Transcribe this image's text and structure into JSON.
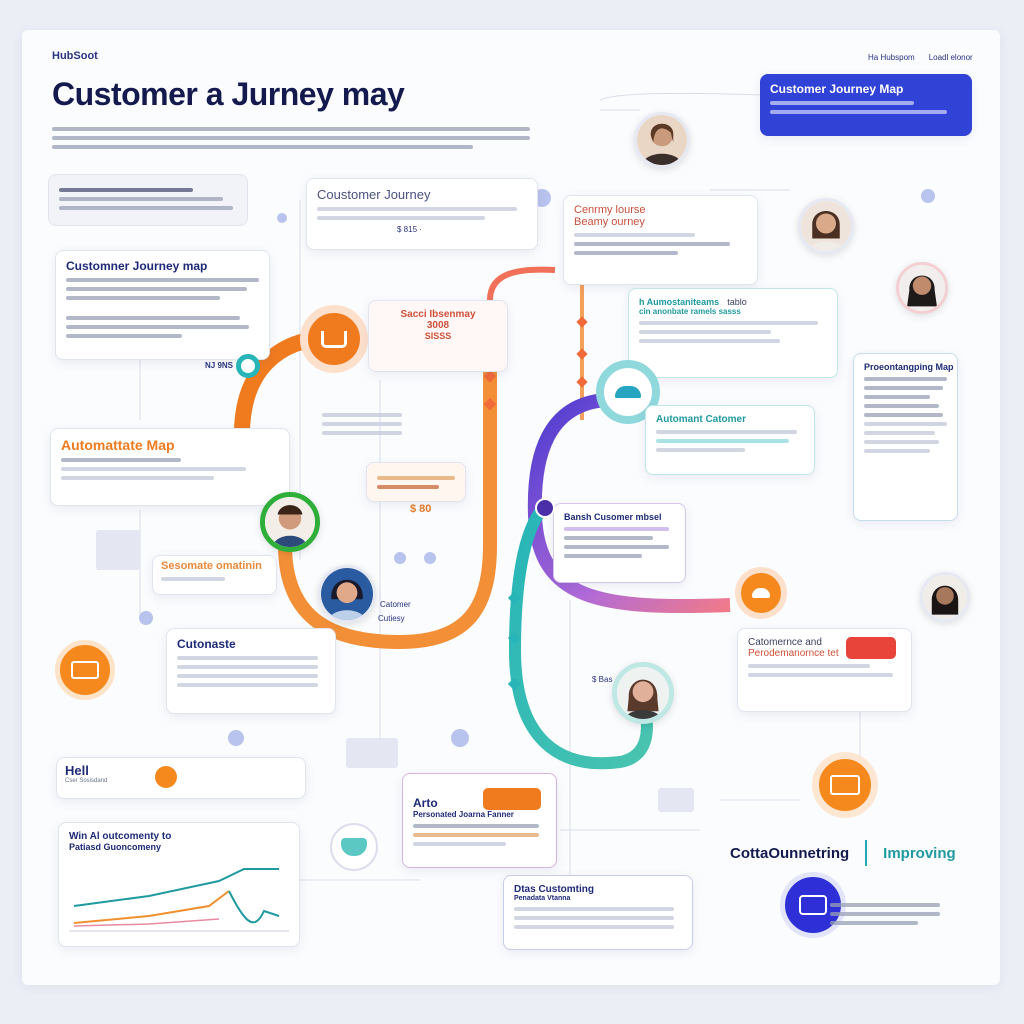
{
  "header": {
    "logo": "HubSoot",
    "title": "Customer a Jurney may",
    "links": [
      "Ha Hubspom",
      "Loadl elonor"
    ]
  },
  "cards": {
    "blue_banner": {
      "title": "Customer Journey Map"
    },
    "coustomer_journey": {
      "title": "Coustomer Journey",
      "value": "$ 815 ·"
    },
    "journey_map": {
      "title": "Customner Journey map",
      "badge": "NJ 9NS"
    },
    "automattate": {
      "title": "Automattate Map"
    },
    "sesomate": {
      "title": "Sesomate omatinin"
    },
    "cutonaste": {
      "title": "Cutonaste"
    },
    "hell": {
      "title": "Hell",
      "sub": "Cser Sosisdand"
    },
    "chart": {
      "title": "Win Al outcomenty to",
      "sub": "Patiasd Guoncomeny"
    },
    "orange_top": {
      "title": "Sacci Ibsenmay",
      "value1": "3008",
      "value2": "SISSS"
    },
    "orange_mid": {
      "value": "$ 80"
    },
    "cenrmy": {
      "title1": "Cenrmy lourse",
      "title2": "Beamy ourney"
    },
    "automat_table": {
      "title": "h Aumostaniteams",
      "tag": "tablo",
      "sub": "cin anonbate ramels sasss"
    },
    "automant_customer": {
      "title": "Automant Catomer"
    },
    "proeontangping": {
      "title": "Proeontangping Map"
    },
    "bansh": {
      "title": "Bansh Cusomer mbsel"
    },
    "catomernce": {
      "title1": "Catomernce and",
      "title2": "Perodemanornce tet"
    },
    "arto": {
      "title": "Arto",
      "sub": "Personated Joarna Fanner"
    },
    "dtas": {
      "title": "Dtas Customting",
      "sub": "Penadata Vtanna"
    },
    "avatar_labels": {
      "a": "Catomer",
      "b": "Cutiesy",
      "c": "$ Bas"
    }
  },
  "footer": {
    "left": "CottaOunnetring",
    "right": "Improving"
  },
  "colors": {
    "navy": "#141a4e",
    "blue": "#3142d6",
    "orange": "#f07a1e",
    "teal": "#27b5b8",
    "purple": "#6a3cc9",
    "pink": "#d77ad8",
    "red": "#e8443a"
  }
}
